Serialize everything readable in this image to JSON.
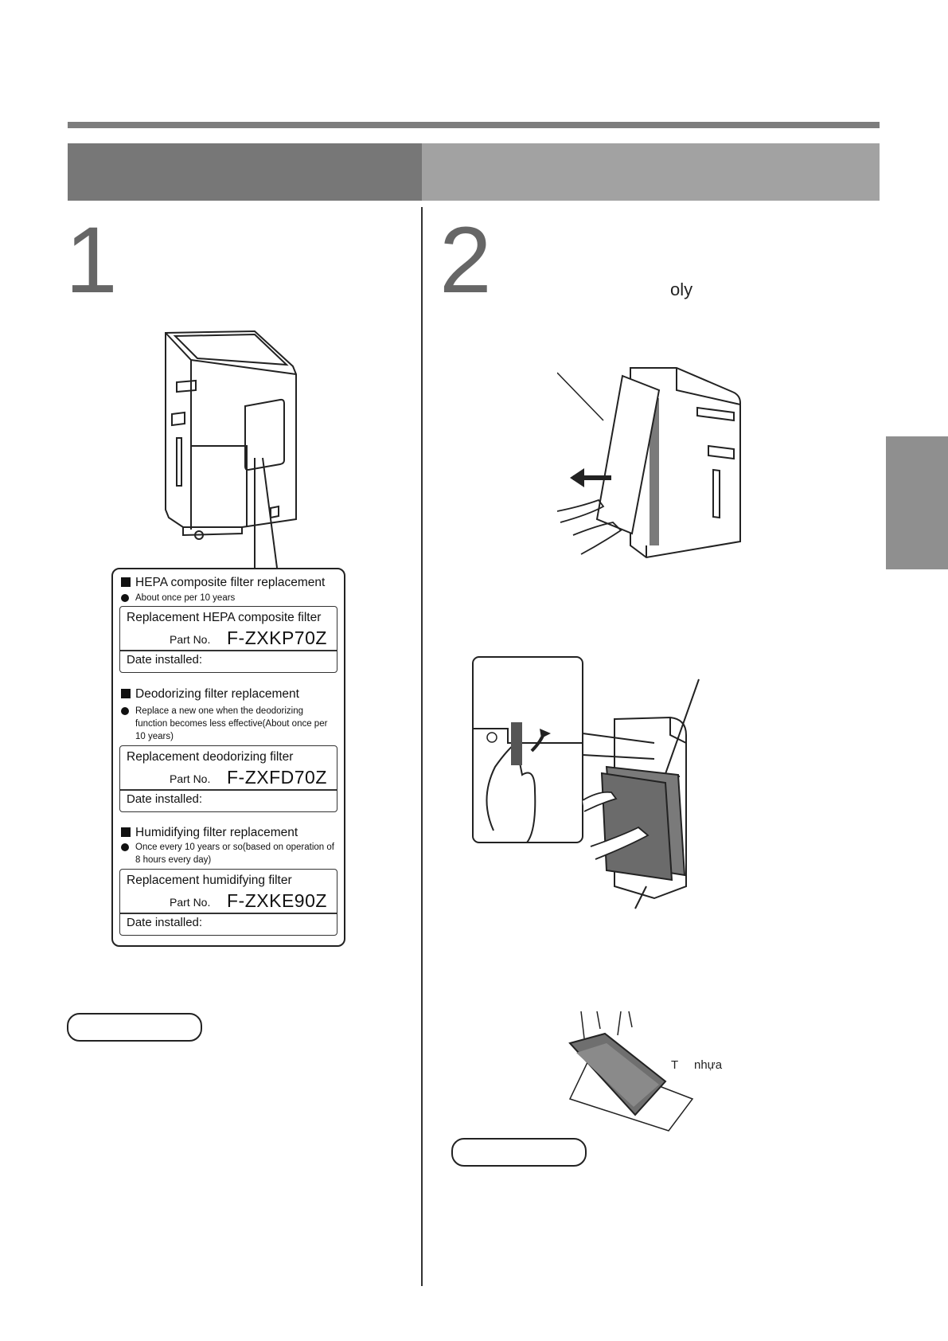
{
  "steps": {
    "step1": {
      "number": "1"
    },
    "step2": {
      "number": "2",
      "caption_fragment": "oly"
    }
  },
  "label": {
    "sections": [
      {
        "title": "HEPA composite filter replacement",
        "note": "About once per 10 years",
        "replacement": "Replacement HEPA composite filter",
        "part_label": "Part No.",
        "part_no": "F-ZXKP70Z",
        "date_label": "Date installed:"
      },
      {
        "title": "Deodorizing filter replacement",
        "note": "Replace a new one when the deodorizing function becomes less effective(About once per 10 years)",
        "replacement": "Replacement deodorizing filter",
        "part_label": "Part No.",
        "part_no": "F-ZXFD70Z",
        "date_label": "Date installed:"
      },
      {
        "title": "Humidifying filter replacement",
        "note": "Once every 10 years or so(based on operation of 8 hours every day)",
        "replacement": "Replacement humidifying filter",
        "part_label": "Part No.",
        "part_no": "F-ZXKE90Z",
        "date_label": "Date installed:"
      }
    ]
  },
  "illustration": {
    "bag_label_t": "T",
    "bag_label_text": "nhựa"
  },
  "colors": {
    "header_dark": "#777777",
    "header_light": "#a2a2a2",
    "rule": "#7d7d7d",
    "side_tab": "#8f8f8f"
  }
}
